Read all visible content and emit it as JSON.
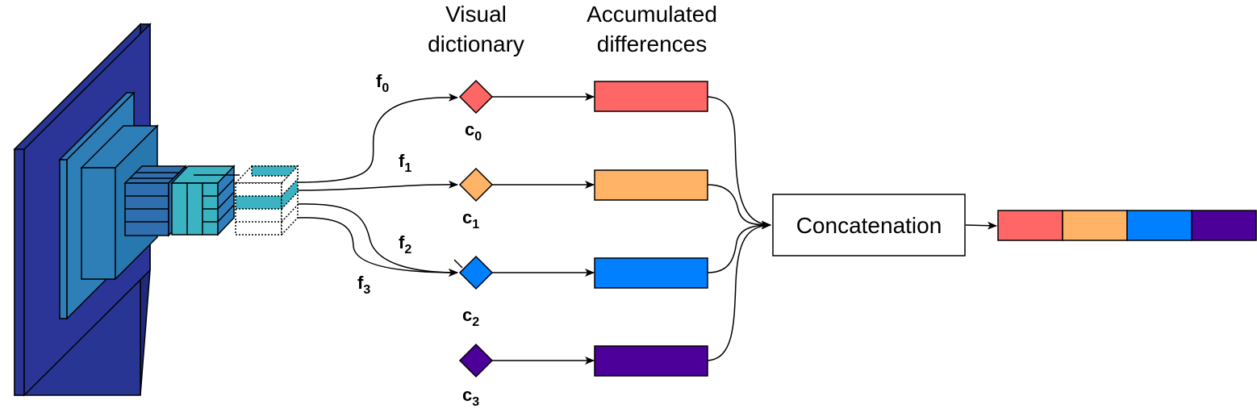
{
  "headers": {
    "dictionary": [
      "Visual",
      "dictionary"
    ],
    "differences": [
      "Accumulated",
      "differences"
    ]
  },
  "features": [
    {
      "base": "f",
      "sub": "0"
    },
    {
      "base": "f",
      "sub": "1"
    },
    {
      "base": "f",
      "sub": "2"
    },
    {
      "base": "f",
      "sub": "3"
    }
  ],
  "centers": [
    {
      "base": "c",
      "sub": "0",
      "color": "#FF6666"
    },
    {
      "base": "c",
      "sub": "1",
      "color": "#FFB366"
    },
    {
      "base": "c",
      "sub": "2",
      "color": "#007FFF"
    },
    {
      "base": "c",
      "sub": "3",
      "color": "#4C0099"
    }
  ],
  "concat": {
    "label": "Concatenation"
  },
  "colors": {
    "cnn_dark": "#283593",
    "cnn_mid": "#2E7EB8",
    "cnn_light": "#3BB3C3",
    "fmap_blue": "#2F6FB0"
  }
}
